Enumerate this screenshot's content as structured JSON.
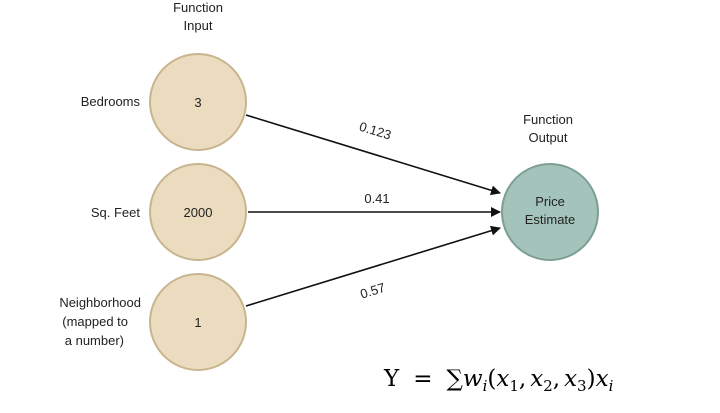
{
  "headers": {
    "input_line1": "Function",
    "input_line2": "Input",
    "output_line1": "Function",
    "output_line2": "Output"
  },
  "inputs": [
    {
      "label_lines": [
        "Bedrooms"
      ],
      "value": "3",
      "weight": "0.123"
    },
    {
      "label_lines": [
        "Sq. Feet"
      ],
      "value": "2000",
      "weight": "0.41"
    },
    {
      "label_lines": [
        "Neighborhood",
        "(mapped to",
        "a number)"
      ],
      "value": "1",
      "weight": "0.57"
    }
  ],
  "output": {
    "line1": "Price",
    "line2": "Estimate"
  },
  "formula": {
    "lhs": "Y",
    "eq": "=",
    "sum": "∑",
    "w": "w",
    "w_sub": "i",
    "open": "(",
    "x1": "x",
    "x1_sub": "1",
    "comma1": ",",
    "x2": "x",
    "x2_sub": "2",
    "comma2": ",",
    "x3": "x",
    "x3_sub": "3",
    "close": ")",
    "xi": "x",
    "xi_sub": "i"
  },
  "colors": {
    "input_fill": "#ecdcbf",
    "input_stroke": "#c8b48e",
    "output_fill": "#a4c4bb",
    "output_stroke": "#7c9e95",
    "arrow": "#111111"
  }
}
